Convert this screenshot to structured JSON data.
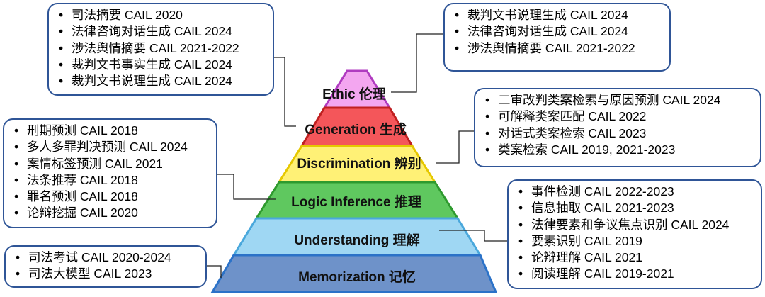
{
  "pyramid": {
    "tiers": [
      {
        "label": "Ethic 伦理",
        "color": "#f3a6f0"
      },
      {
        "label": "Generation 生成",
        "color": "#f4565a"
      },
      {
        "label": "Discrimination 辨别",
        "color": "#fff176"
      },
      {
        "label": "Logic Inference 推理",
        "color": "#5fc85f"
      },
      {
        "label": "Understanding 理解",
        "color": "#9fd7f3"
      },
      {
        "label": "Memorization 记忆",
        "color": "#6e92c9"
      }
    ]
  },
  "boxes": {
    "generation_tasks": [
      "司法摘要 CAIL 2020",
      "法律咨询对话生成 CAIL 2024",
      "涉法舆情摘要 CAIL 2021-2022",
      "裁判文书事实生成 CAIL 2024",
      "裁判文书说理生成 CAIL 2024"
    ],
    "ethic_tasks": [
      "裁判文书说理生成 CAIL 2024",
      "法律咨询对话生成 CAIL 2024",
      "涉法舆情摘要 CAIL 2021-2022"
    ],
    "discrimination_tasks": [
      "二审改判类案检索与原因预测 CAIL 2024",
      "可解释类案匹配 CAIL 2022",
      "对话式类案检索 CAIL 2023",
      "类案检索 CAIL 2019, 2021-2023"
    ],
    "logic_tasks": [
      "刑期预测 CAIL 2018",
      "多人多罪判决预测 CAIL 2024",
      "案情标签预测 CAIL 2021",
      "法条推荐 CAIL 2018",
      "罪名预测 CAIL 2018",
      "论辩挖掘 CAIL 2020"
    ],
    "understanding_tasks": [
      "事件检测 CAIL 2022-2023",
      "信息抽取 CAIL 2021-2023",
      "法律要素和争议焦点识别 CAIL 2024",
      "要素识别 CAIL 2019",
      "论辩理解 CAIL 2021",
      "阅读理解 CAIL 2019-2021"
    ],
    "memorization_tasks": [
      "司法考试 CAIL 2020-2024",
      "司法大模型 CAIL 2023"
    ]
  }
}
